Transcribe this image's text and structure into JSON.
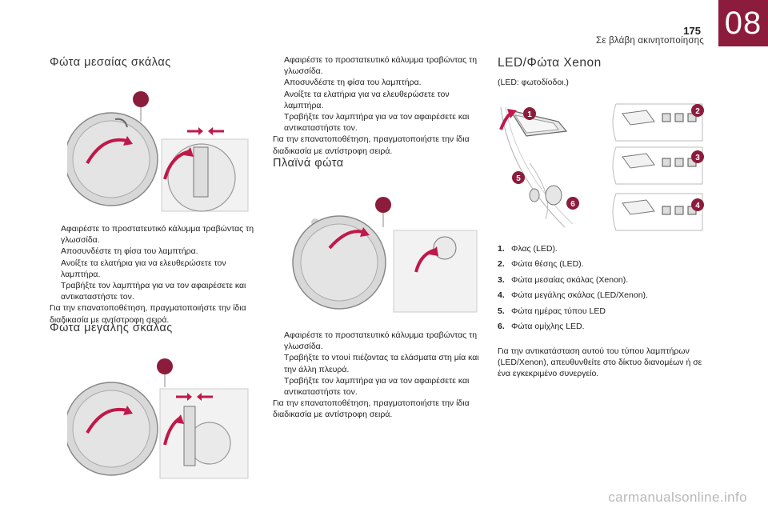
{
  "header": {
    "page_number": "175",
    "chapter_title": "Σε βλάβη ακινητοποίησης",
    "chapter_tab": "08"
  },
  "sections": {
    "medium": {
      "title": "Φώτα μεσαίας σκάλας",
      "steps": [
        "Αφαιρέστε το προστατευτικό κάλυμμα τραβώντας τη γλωσσίδα.",
        "Αποσυνδέστε τη φίσα του λαμπτήρα.",
        "Ανοίξτε τα ελατήρια για να ελευθερώσετε τον λαμπτήρα.",
        "Τραβήξτε τον λαμπτήρα για να τον αφαιρέσετε και αντικαταστήστε τον."
      ],
      "note": "Για την επανατοποθέτηση, πραγματοποιήστε την ίδια διαδικασία με αντίστροφη σειρά."
    },
    "high": {
      "title": "Φώτα μεγάλης σκάλας",
      "steps": [
        "Αφαιρέστε το προστατευτικό κάλυμμα τραβώντας τη γλωσσίδα.",
        "Αποσυνδέστε τη φίσα του λαμπτήρα.",
        "Ανοίξτε τα ελατήρια για να ελευθερώσετε τον λαμπτήρα.",
        "Τραβήξτε τον λαμπτήρα για να τον αφαιρέσετε και αντικαταστήστε τον."
      ],
      "note": "Για την επανατοποθέτηση, πραγματοποιήστε την ίδια διαδικασία με αντίστροφη σειρά."
    },
    "side": {
      "title": "Πλαϊνά φώτα",
      "steps": [
        "Αφαιρέστε το προστατευτικό κάλυμμα τραβώντας τη γλωσσίδα.",
        "Τραβήξτε το ντουί πιέζοντας τα ελάσματα στη μία και την άλλη πλευρά.",
        "Τραβήξτε τον λαμπτήρα για να τον αφαιρέσετε και αντικαταστήστε τον."
      ],
      "note": "Για την επανατοποθέτηση, πραγματοποιήστε την ίδια διαδικασία με αντίστροφη σειρά."
    },
    "xenon": {
      "title": "LED/Φώτα Xenon",
      "subtitle": "(LED: φωτοδίοδοι.)",
      "legend": [
        {
          "num": "1.",
          "text": "Φλας (LED)."
        },
        {
          "num": "2.",
          "text": "Φώτα θέσης (LED)."
        },
        {
          "num": "3.",
          "text": "Φώτα μεσαίας σκάλας (Xenon)."
        },
        {
          "num": "4.",
          "text": "Φώτα μεγάλης σκάλας (LED/Xenon)."
        },
        {
          "num": "5.",
          "text": "Φώτα ημέρας τύπου LED"
        },
        {
          "num": "6.",
          "text": "Φώτα ομίχλης LED."
        }
      ],
      "callouts": [
        "1",
        "2",
        "3",
        "4",
        "5",
        "6"
      ],
      "note": "Για την αντικατάσταση αυτού του τύπου λαμπτήρων (LED/Xenon), απευθυνθείτε στο δίκτυο διανομέων ή σε ένα εγκεκριμένο συνεργείο."
    }
  },
  "bullet_glyph": "",
  "watermark": "carmanualsonline.info",
  "colors": {
    "accent": "#8c1c3c",
    "arrow": "#c0184a"
  }
}
